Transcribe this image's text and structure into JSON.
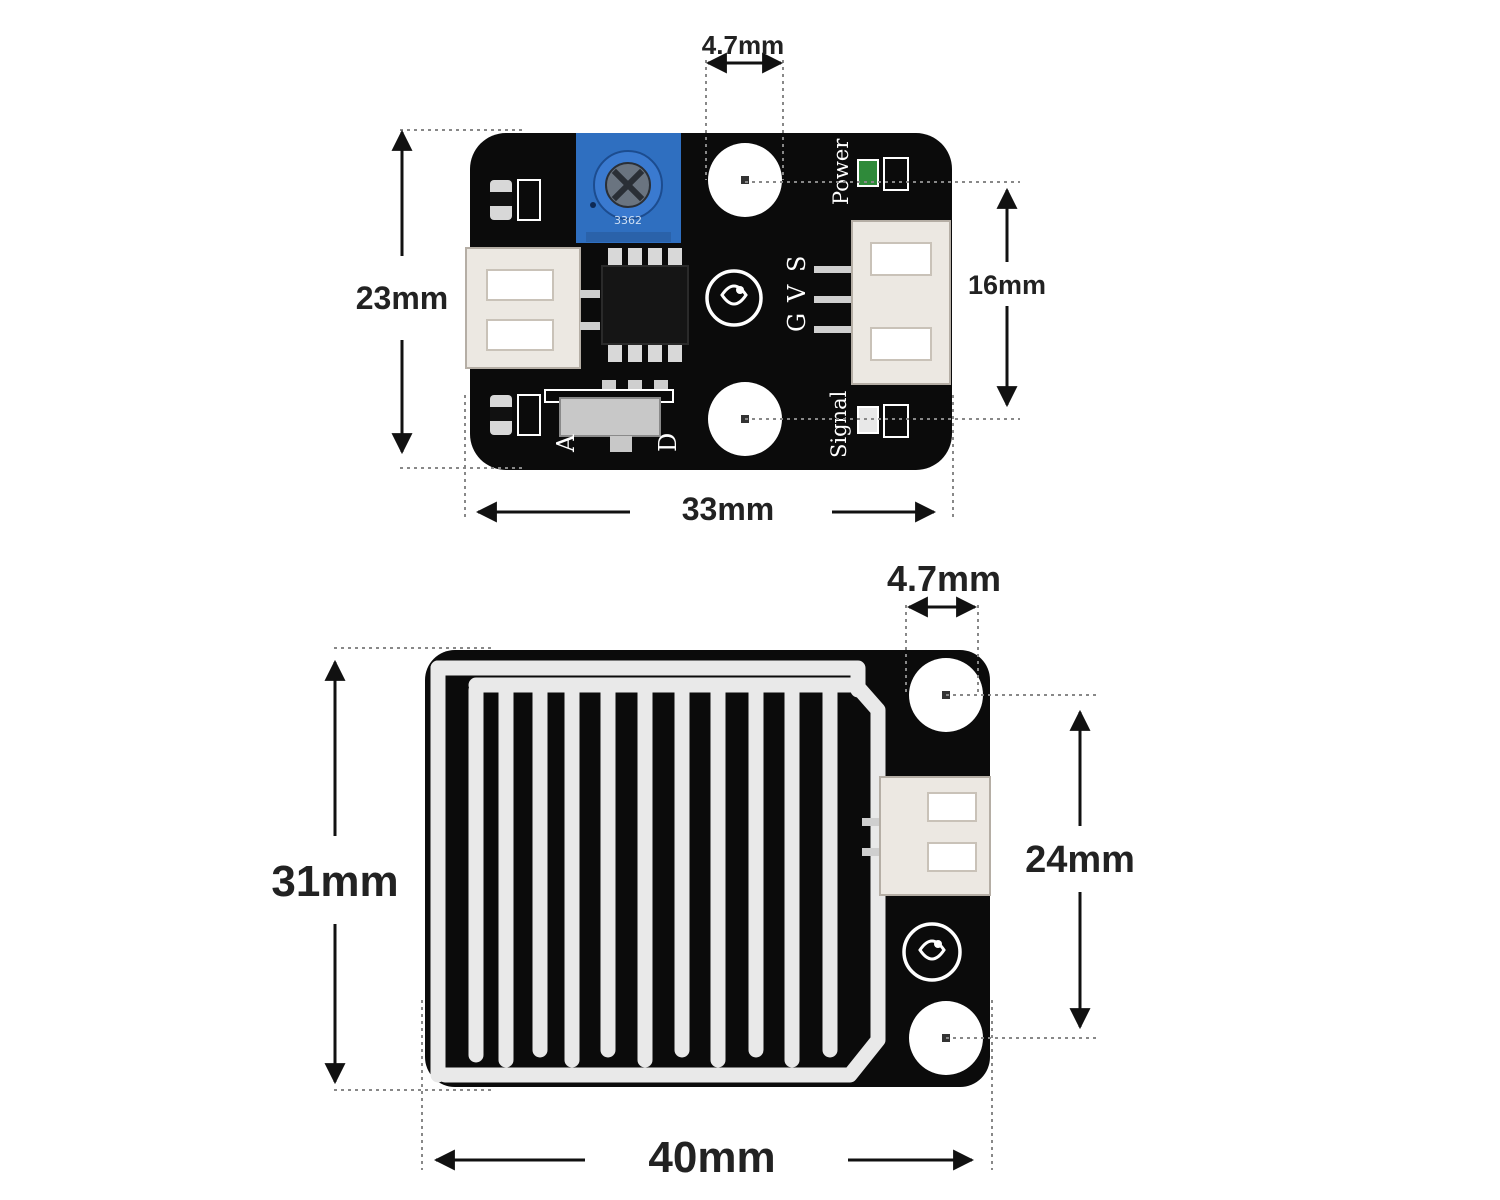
{
  "module_board": {
    "dimensions": {
      "hole_diameter": "4.7mm",
      "height": "23mm",
      "hole_spacing": "16mm",
      "width": "33mm"
    },
    "silkscreen": {
      "power": "Power",
      "signal": "Signal",
      "pins": [
        "G",
        "V",
        "S"
      ],
      "mode_a": "A",
      "mode_d": "D",
      "pot_code": "3362"
    }
  },
  "sensor_board": {
    "dimensions": {
      "hole_diameter": "4.7mm",
      "height": "31mm",
      "hole_spacing": "24mm",
      "width": "40mm"
    }
  },
  "colors": {
    "pcb": "#0a0a0a",
    "potentiometer": "#2f6fc0",
    "connector": "#ece8e2",
    "dimension_line": "#111111",
    "guide_line": "#888888"
  }
}
